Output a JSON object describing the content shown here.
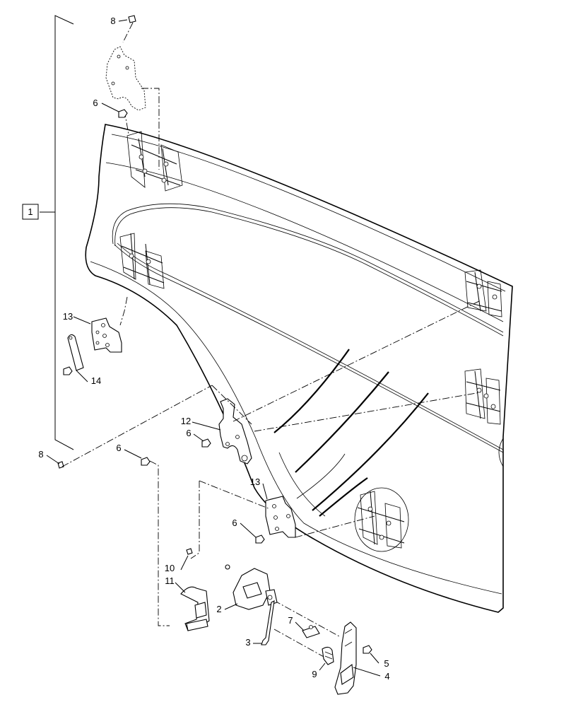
{
  "diagram": {
    "assembly_label": "1",
    "callouts": [
      {
        "id": "c8a",
        "text": "8"
      },
      {
        "id": "c6a",
        "text": "6"
      },
      {
        "id": "c13a",
        "text": "13"
      },
      {
        "id": "c14",
        "text": "14"
      },
      {
        "id": "c8b",
        "text": "8"
      },
      {
        "id": "c6b",
        "text": "6"
      },
      {
        "id": "c12",
        "text": "12"
      },
      {
        "id": "c6c",
        "text": "6"
      },
      {
        "id": "c13b",
        "text": "13"
      },
      {
        "id": "c6d",
        "text": "6"
      },
      {
        "id": "c10",
        "text": "10"
      },
      {
        "id": "c11",
        "text": "11"
      },
      {
        "id": "c2",
        "text": "2"
      },
      {
        "id": "c7",
        "text": "7"
      },
      {
        "id": "c3",
        "text": "3"
      },
      {
        "id": "c9",
        "text": "9"
      },
      {
        "id": "c5",
        "text": "5"
      },
      {
        "id": "c4",
        "text": "4"
      }
    ]
  }
}
